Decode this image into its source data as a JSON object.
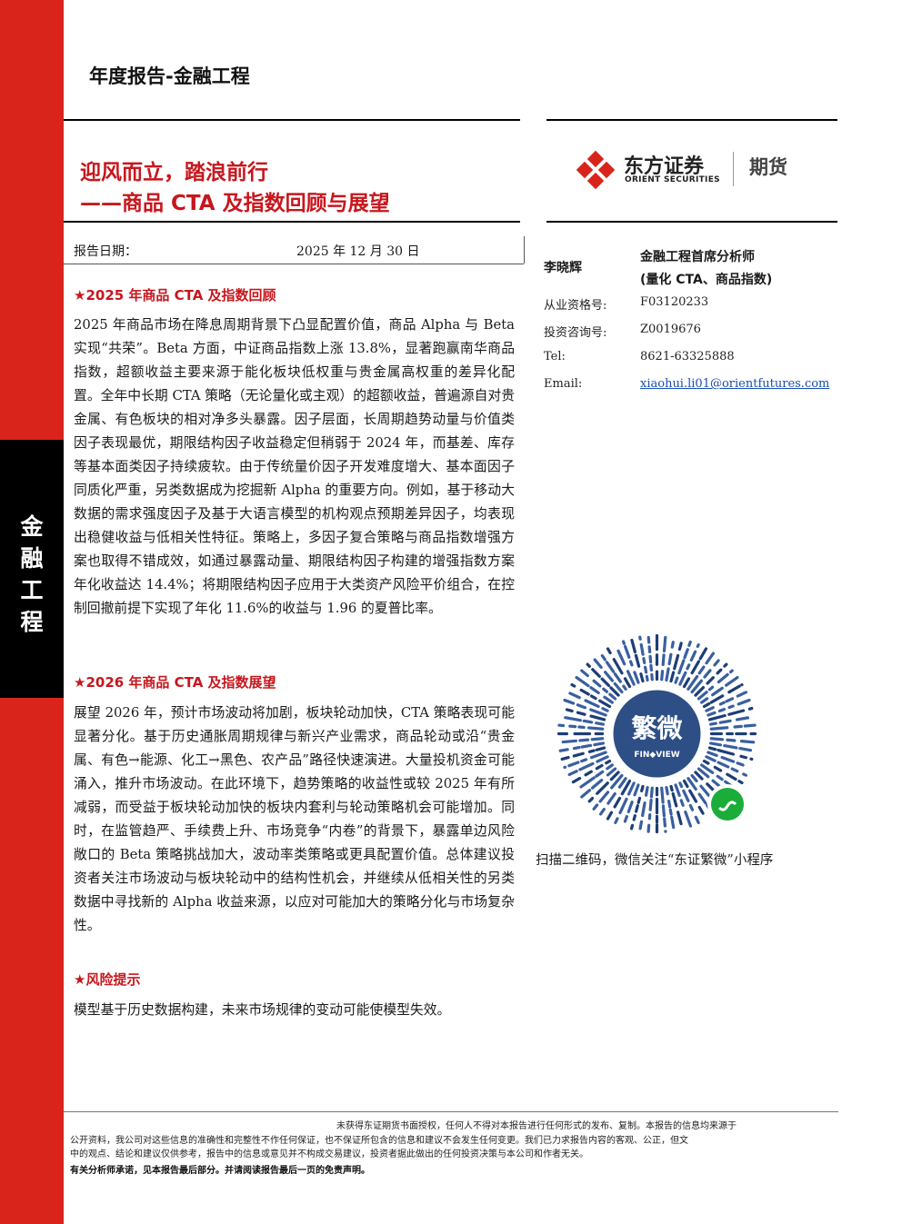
{
  "header": {
    "report_type": "年度报告-金融工程",
    "title_line1": "迎风而立，踏浪前行",
    "title_line2": "——商品 CTA 及指数回顾与展望",
    "side_tab": [
      "金",
      "融",
      "工",
      "程"
    ]
  },
  "brand": {
    "name_cn": "东方证券",
    "name_en": "ORIENT SECURITIES",
    "division": "期货",
    "color": "#d9241b"
  },
  "report_date": {
    "label": "报告日期：",
    "value": "2025 年 12 月 30 日"
  },
  "sections": [
    {
      "heading": "★2025 年商品 CTA 及指数回顾",
      "body": "2025 年商品市场在降息周期背景下凸显配置价值，商品 Alpha 与 Beta 实现“共荣”。Beta 方面，中证商品指数上涨 13.8%，显著跑赢南华商品指数，超额收益主要来源于能化板块低权重与贵金属高权重的差异化配置。全年中长期 CTA 策略（无论量化或主观）的超额收益，普遍源自对贵金属、有色板块的相对净多头暴露。因子层面，长周期趋势动量与价值类因子表现最优，期限结构因子收益稳定但稍弱于 2024 年，而基差、库存等基本面类因子持续疲软。由于传统量价因子开发难度增大、基本面因子同质化严重，另类数据成为挖掘新 Alpha 的重要方向。例如，基于移动大数据的需求强度因子及基于大语言模型的机构观点预期差异因子，均表现出稳健收益与低相关性特征。策略上，多因子复合策略与商品指数增强方案也取得不错成效，如通过暴露动量、期限结构因子构建的增强指数方案年化收益达 14.4%；将期限结构因子应用于大类资产风险平价组合，在控制回撤前提下实现了年化 11.6%的收益与 1.96 的夏普比率。"
    },
    {
      "heading": "★2026 年商品 CTA 及指数展望",
      "body": "展望 2026 年，预计市场波动将加剧，板块轮动加快，CTA 策略表现可能显著分化。基于历史通胀周期规律与新兴产业需求，商品轮动或沿“贵金属、有色→能源、化工→黑色、农产品”路径快速演进。大量投机资金可能涌入，推升市场波动。在此环境下，趋势策略的收益性或较 2025 年有所减弱，而受益于板块轮动加快的板块内套利与轮动策略机会可能增加。同时，在监管趋严、手续费上升、市场竞争“内卷”的背景下，暴露单边风险敞口的 Beta 策略挑战加大，波动率类策略或更具配置价值。总体建议投资者关注市场波动与板块轮动中的结构性机会，并继续从低相关性的另类数据中寻找新的 Alpha 收益来源，以应对可能加大的策略分化与市场复杂性。"
    },
    {
      "heading": "★风险提示",
      "body": "模型基于历史数据构建，未来市场规律的变动可能使模型失效。"
    }
  ],
  "analyst": {
    "name": "李晓辉",
    "title_line1": "金融工程首席分析师",
    "title_line2": "(量化 CTA、商品指数)",
    "fields": [
      {
        "label": "从业资格号:",
        "value": "F03120233"
      },
      {
        "label": "投资咨询号:",
        "value": "Z0019676"
      },
      {
        "label": "Tel:",
        "value": "8621-63325888"
      },
      {
        "label": "Email:",
        "value": "xiaohui.li01@orientfutures.com"
      }
    ]
  },
  "qr": {
    "center_title": "繁微",
    "center_sub": "FIN◆VIEW",
    "caption": "扫描二维码，微信关注“东证繁微”小程序"
  },
  "footer": {
    "disclaimer_line1": "未获得东证期货书面授权，任何人不得对本报告进行任何形式的发布、复制。本报告的信息均来源于",
    "disclaimer_line2": "公开资料，我公司对这些信息的准确性和完整性不作任何保证，也不保证所包含的信息和建议不会发生任何变更。我们已力求报告内容的客观、公正，但文",
    "disclaimer_line3": "中的观点、结论和建议仅供参考，报告中的信息或意见并不构成交易建议，投资者据此做出的任何投资决策与本公司和作者无关。",
    "disclaimer_bold": "有关分析师承诺，见本报告最后部分。并请阅读报告最后一页的免责声明。"
  }
}
